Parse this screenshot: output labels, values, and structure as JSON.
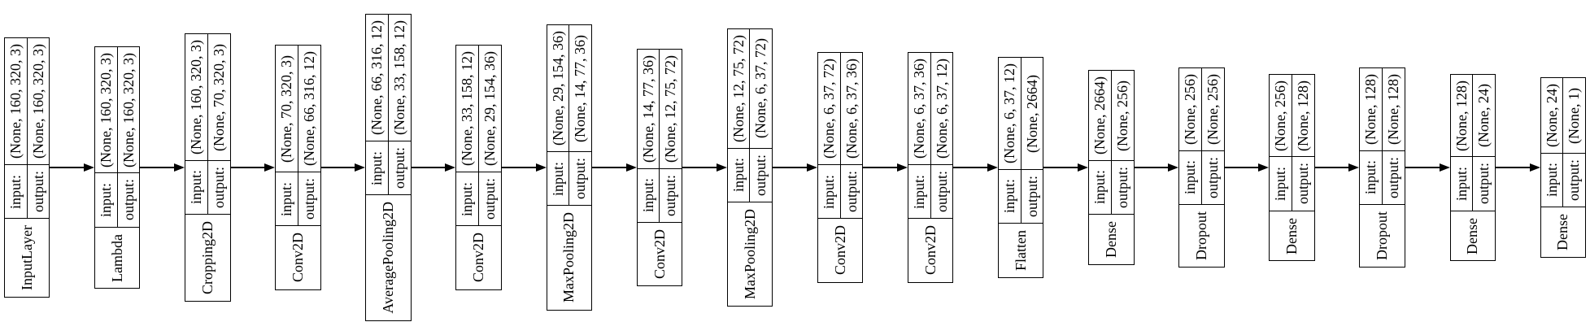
{
  "diagram": {
    "labels": {
      "input": "input:",
      "output": "output:"
    },
    "colors": {
      "border": "#000000",
      "background": "#ffffff",
      "text": "#000000"
    },
    "layers": [
      {
        "name": "InputLayer",
        "input": "(None, 160, 320, 3)",
        "output": "(None, 160, 320, 3)"
      },
      {
        "name": "Lambda",
        "input": "(None, 160, 320, 3)",
        "output": "(None, 160, 320, 3)"
      },
      {
        "name": "Cropping2D",
        "input": "(None, 160, 320, 3)",
        "output": "(None, 70, 320, 3)"
      },
      {
        "name": "Conv2D",
        "input": "(None, 70, 320, 3)",
        "output": "(None, 66, 316, 12)"
      },
      {
        "name": "AveragePooling2D",
        "input": "(None, 66, 316, 12)",
        "output": "(None, 33, 158, 12)"
      },
      {
        "name": "Conv2D",
        "input": "(None, 33, 158, 12)",
        "output": "(None, 29, 154, 36)"
      },
      {
        "name": "MaxPooling2D",
        "input": "(None, 29, 154, 36)",
        "output": "(None, 14, 77, 36)"
      },
      {
        "name": "Conv2D",
        "input": "(None, 14, 77, 36)",
        "output": "(None, 12, 75, 72)"
      },
      {
        "name": "MaxPooling2D",
        "input": "(None, 12, 75, 72)",
        "output": "(None, 6, 37, 72)"
      },
      {
        "name": "Conv2D",
        "input": "(None, 6, 37, 72)",
        "output": "(None, 6, 37, 36)"
      },
      {
        "name": "Conv2D",
        "input": "(None, 6, 37, 36)",
        "output": "(None, 6, 37, 12)"
      },
      {
        "name": "Flatten",
        "input": "(None, 6, 37, 12)",
        "output": "(None, 2664)"
      },
      {
        "name": "Dense",
        "input": "(None, 2664)",
        "output": "(None, 256)"
      },
      {
        "name": "Dropout",
        "input": "(None, 256)",
        "output": "(None, 256)"
      },
      {
        "name": "Dense",
        "input": "(None, 256)",
        "output": "(None, 128)"
      },
      {
        "name": "Dropout",
        "input": "(None, 128)",
        "output": "(None, 128)"
      },
      {
        "name": "Dense",
        "input": "(None, 128)",
        "output": "(None, 24)"
      },
      {
        "name": "Dense",
        "input": "(None, 24)",
        "output": "(None, 1)"
      }
    ]
  }
}
